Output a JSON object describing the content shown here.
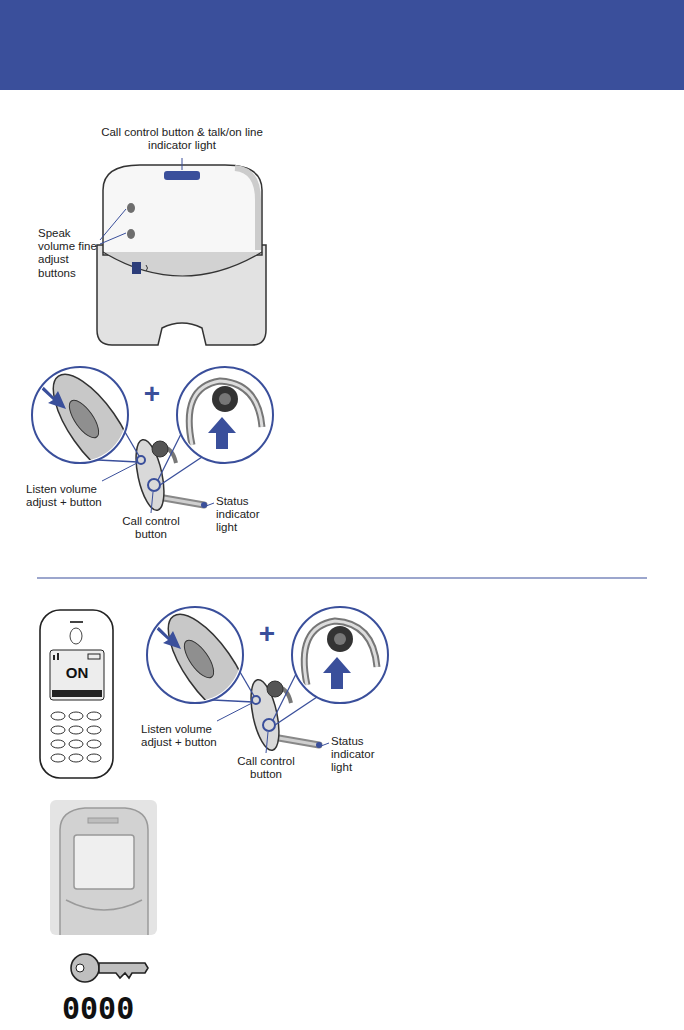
{
  "diagram": {
    "labels": [
      "Call control button & talk/on line indicator light",
      "Speak volume fine adjust buttons",
      "+",
      "Listen volume adjust + button",
      "Call control button",
      "Status indicator light",
      "ON",
      "+",
      "Listen volume adjust + button",
      "Call control button",
      "Status indicator light",
      "0000"
    ]
  }
}
